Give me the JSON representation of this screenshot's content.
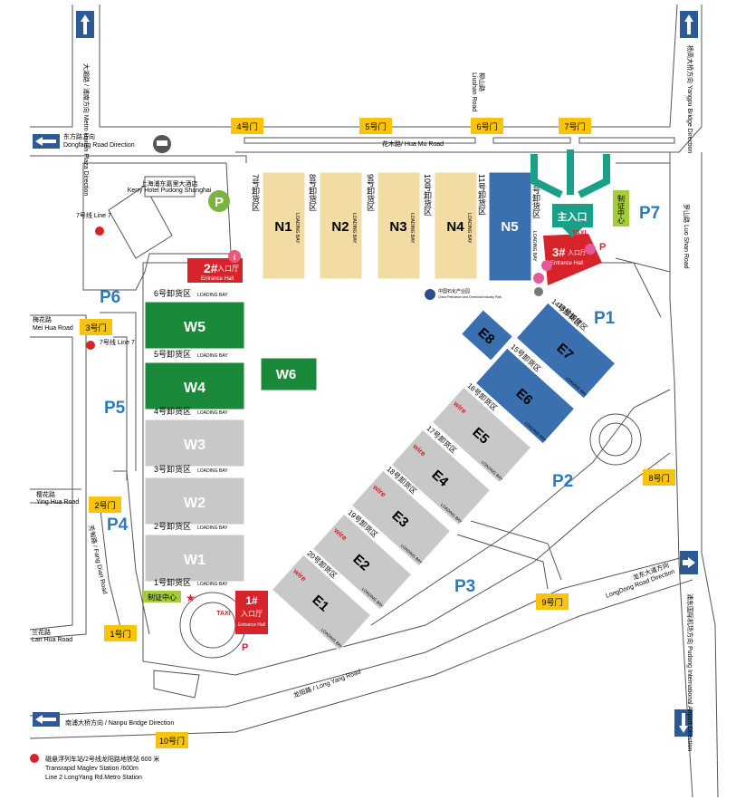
{
  "roads": {
    "metro_hunan": "大湖路 / 浦南方向\nMetro Hunan Plaza Direction",
    "dongfang": "东方路方向",
    "dongfang_en": "Dongfang Road Direction",
    "huamu": "花木路/ Hua Mu Road",
    "liushan": "柳山路",
    "liushan_en": "Liushan Road",
    "yanggao": "杨高大桥方向 Yangpu Bridge Direction",
    "luoshan": "罗山路 Luo Shan Road",
    "meihua_cn": "梅花路",
    "meihua_en": "Mei Hua Road",
    "yinghua_cn": "樱花路",
    "yinghua_en": "Ying Hua Road",
    "fangdian": "芳甸路 / Fang Dian Road",
    "lanhua_cn": "兰花路",
    "lanhua_en": "Lan Hua Road",
    "longyang": "龙阳路 / Long Yang Road",
    "longdong_cn": "龙东大道方向",
    "longdong_en": "LongDong Road Direction",
    "pudong_airport": "浦东国际机场方向 Pudong International Airport Direction",
    "nanpu": "南浦大桥方向 / Nanpu Bridge Direction",
    "line7": "7号线\nLine 7",
    "line7b": "7号线\nLine 7",
    "kerry_cn": "上海浦东嘉里大酒店",
    "kerry_en": "Kerry Hotel Pudong Shanghai"
  },
  "gates": [
    "1号门",
    "2号门",
    "3号门",
    "4号门",
    "5号门",
    "6号门",
    "7号门",
    "8号门",
    "9号门",
    "10号门"
  ],
  "parking": [
    "P1",
    "P2",
    "P3",
    "P4",
    "P5",
    "P6",
    "P7"
  ],
  "halls_north": [
    {
      "name": "N1",
      "bay": "7号卸货区",
      "loading": "LOADING BAY"
    },
    {
      "name": "N2",
      "bay": "8号卸货区",
      "loading": "LOADING BAY"
    },
    {
      "name": "N3",
      "bay": "9号卸货区",
      "loading": "LOADING BAY"
    },
    {
      "name": "N4",
      "bay": "10号卸货区",
      "loading": "LOADING BAY"
    },
    {
      "name": "N5",
      "bay": "11号卸货区",
      "loading": "LOADING BAY"
    }
  ],
  "n5_bay": "号卸货区",
  "halls_west": [
    {
      "name": "W5",
      "bay": "6号卸货区"
    },
    {
      "name": "W4",
      "bay": "5号卸货区"
    },
    {
      "name": "W3",
      "bay": "4号卸货区"
    },
    {
      "name": "W2",
      "bay": "3号卸货区"
    },
    {
      "name": "W1",
      "bay": "2号卸货区"
    }
  ],
  "w1_bay_below": "1号卸货区",
  "w6": "W6",
  "loading_bay": "LOADING BAY",
  "halls_east": [
    {
      "name": "E1",
      "bay": "20号卸货区"
    },
    {
      "name": "E2",
      "bay": "19号卸货区"
    },
    {
      "name": "E3",
      "bay": "18号卸货区"
    },
    {
      "name": "E4",
      "bay": "17号卸货区"
    },
    {
      "name": "E5",
      "bay": "16号卸货区"
    },
    {
      "name": "E6",
      "bay": "15号卸货区"
    },
    {
      "name": "E7",
      "bay": "14号卸货区"
    },
    {
      "name": "E8",
      "bay": ""
    }
  ],
  "e7_bay_top": "13号卸货区",
  "entrances": {
    "e1_num": "1#",
    "e1_cn": "入口厅",
    "e1_en": "Entrance Hall",
    "e2_num": "2#",
    "e2_cn": "入口厅",
    "e2_en": "Entrance Hall",
    "e3_num": "3#",
    "e3_cn": "入口厅",
    "e3_en": "Entrance Hall",
    "main_cn": "主入口"
  },
  "cert_center": "制证中心",
  "cert_center2": "制证中心",
  "taxi": "TAXI",
  "sinopec_cn": "中国石化产业园",
  "sinopec_en": "China Petroleum and Chemical Industry Park",
  "wire": "wire",
  "footer_cn": "磁悬浮列车站/2号线龙阳路地铁站 600 米",
  "footer_en1": "Transrapid Maglev Station /600m",
  "footer_en2": "Line 2 LongYang Rd.Metro Station",
  "colors": {
    "yellow": "#f7c30e",
    "blue": "#3a6fb0",
    "green": "#1a8a3a",
    "grey": "#c8c8c8",
    "tan": "#f2dca4",
    "red": "#d7232a",
    "teal": "#1aa088"
  }
}
